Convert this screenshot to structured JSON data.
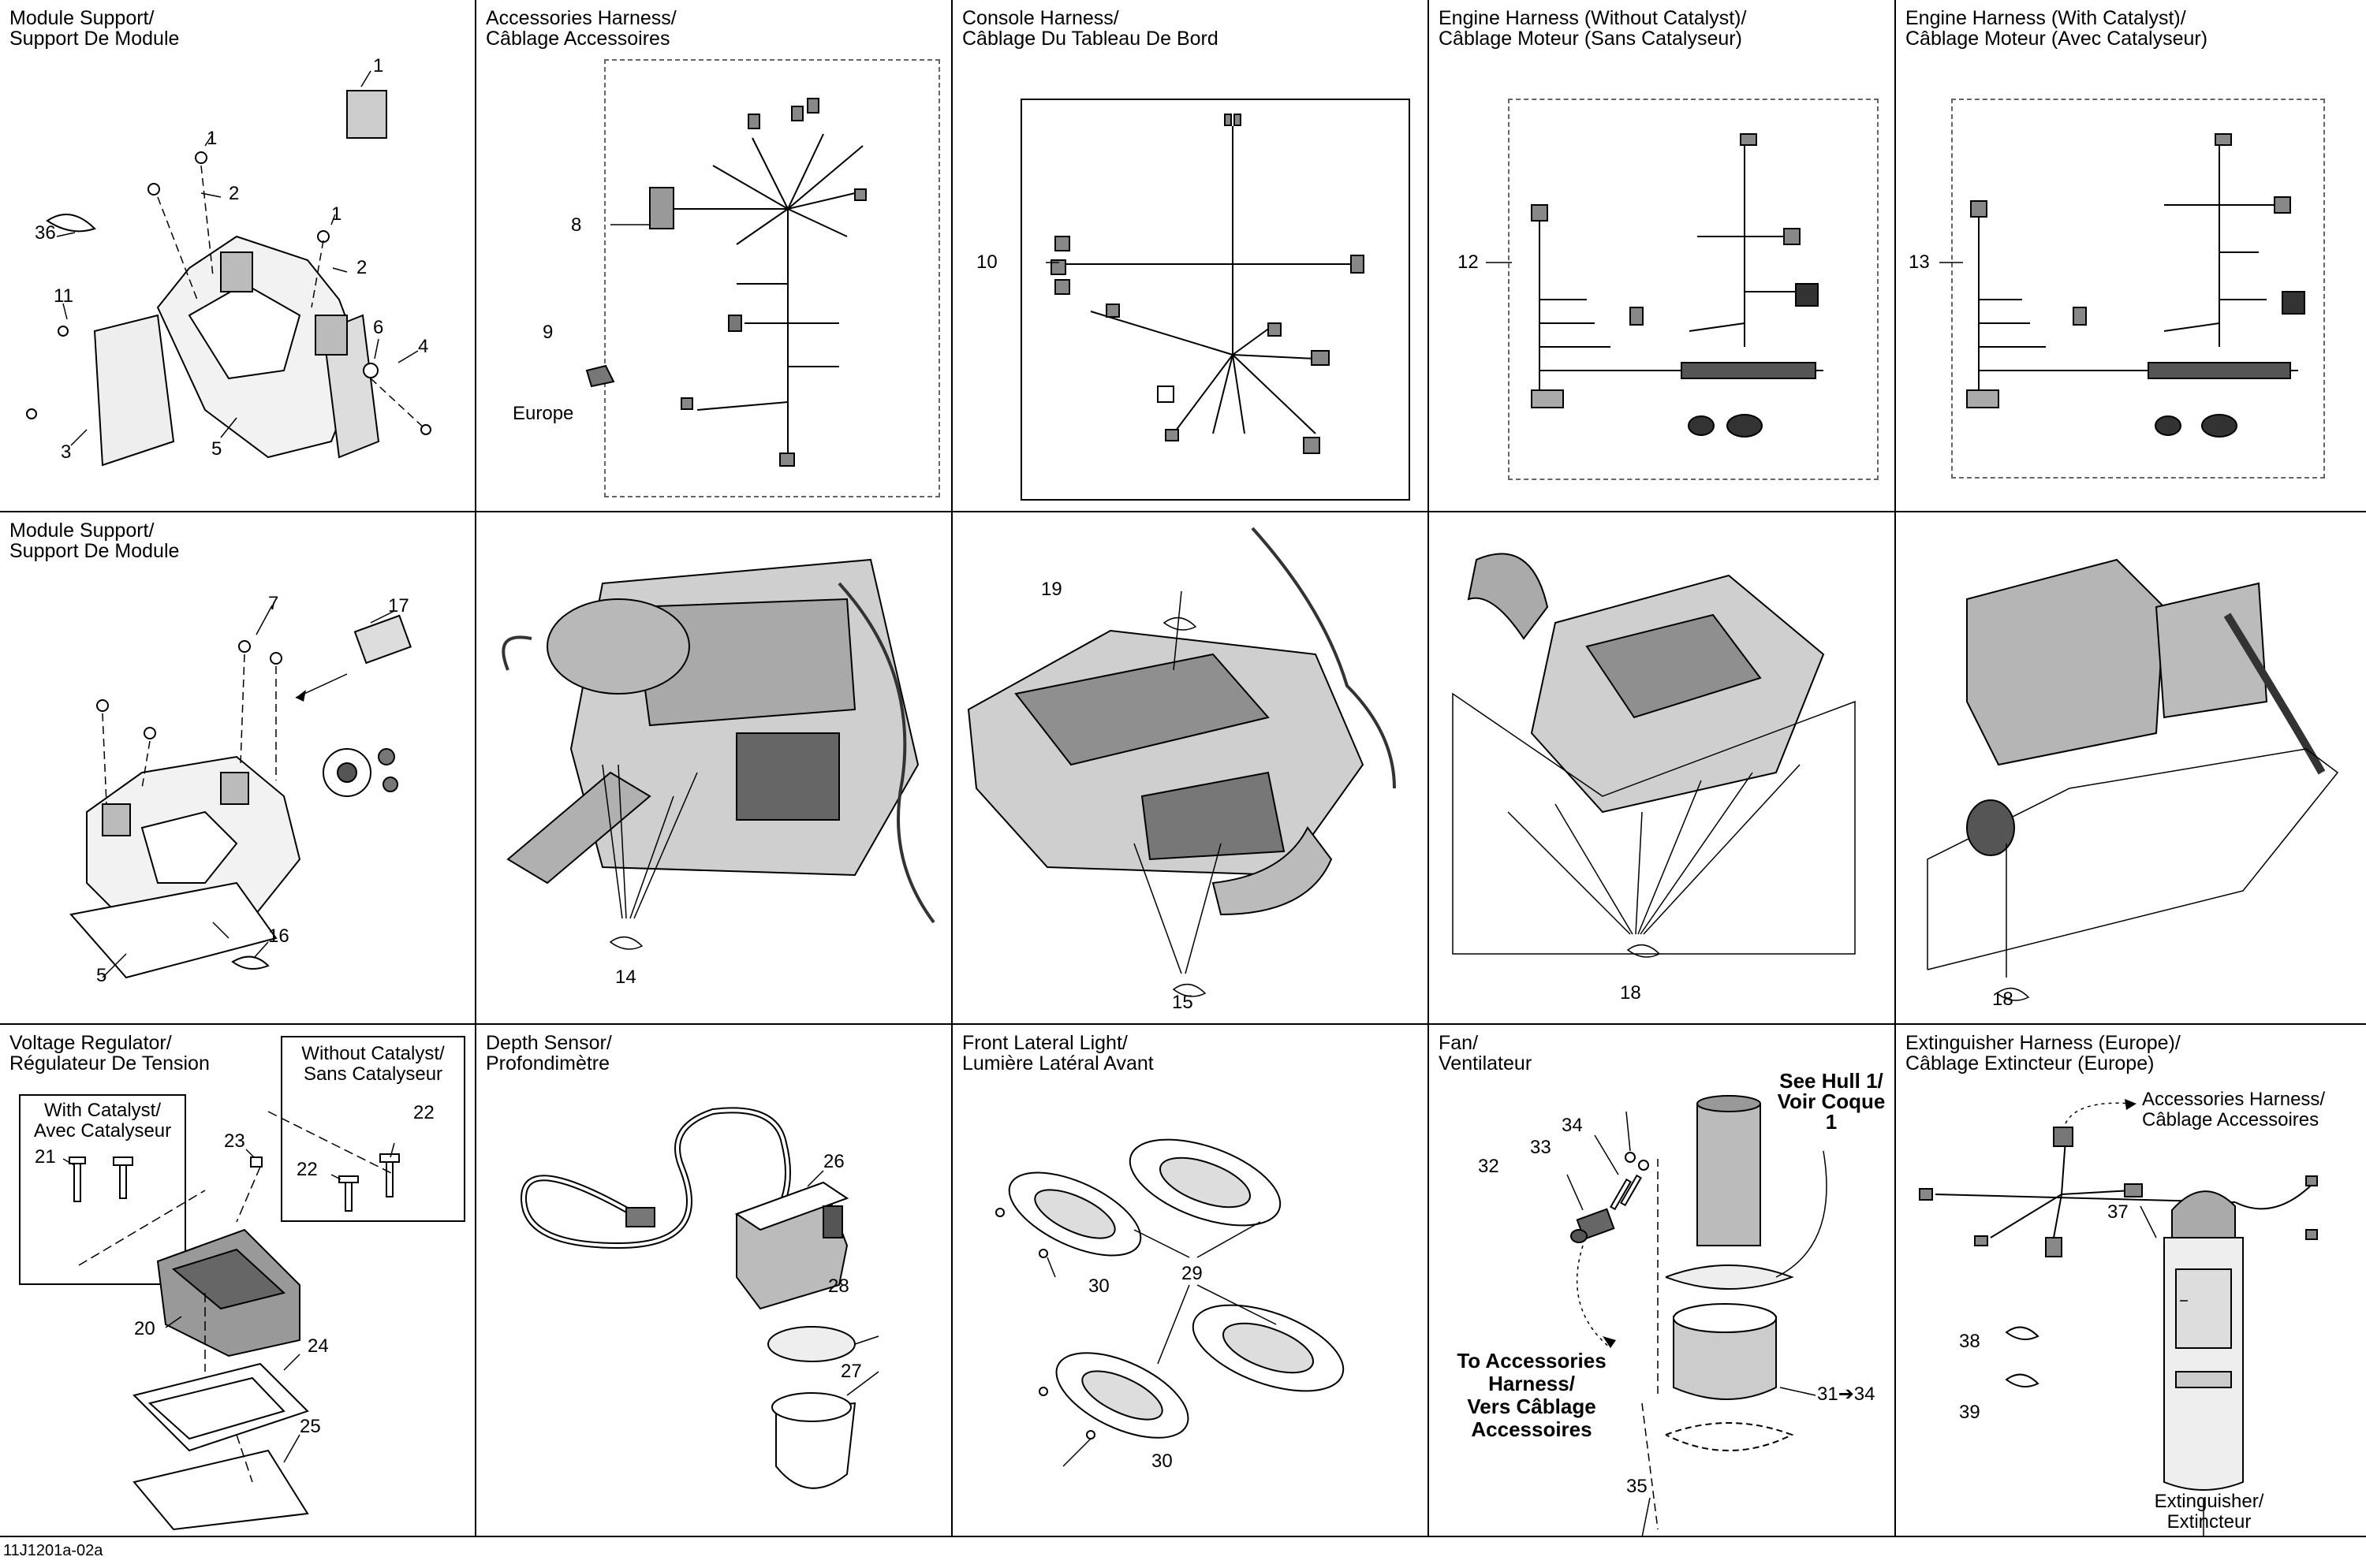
{
  "figure_id": "11J1201a-02a",
  "panels": {
    "module_support_1": {
      "title": "Module Support/\nSupport De Module",
      "labels": [
        "1",
        "1",
        "2",
        "1",
        "2",
        "36",
        "11",
        "6",
        "4",
        "3",
        "5"
      ]
    },
    "accessories_harness": {
      "title": "Accessories Harness/\nCâblage Accessoires",
      "labels": [
        "8",
        "9"
      ],
      "europe": "Europe"
    },
    "console_harness": {
      "title": "Console Harness/\nCâblage Du Tableau De Bord",
      "labels": [
        "10"
      ]
    },
    "engine_no_cat": {
      "title": "Engine Harness (Without Catalyst)/\nCâblage Moteur (Sans Catalyseur)",
      "labels": [
        "12"
      ]
    },
    "engine_cat": {
      "title": "Engine Harness (With Catalyst)/\nCâblage Moteur (Avec Catalyseur)",
      "labels": [
        "13"
      ]
    },
    "module_support_2": {
      "title": "Module Support/\nSupport De Module",
      "labels": [
        "7",
        "17",
        "5",
        "16"
      ]
    },
    "engine_view_1": {
      "labels": [
        "14"
      ]
    },
    "engine_view_2": {
      "labels": [
        "19",
        "15"
      ]
    },
    "engine_view_3": {
      "labels": [
        "18"
      ]
    },
    "engine_view_4": {
      "labels": [
        "18"
      ]
    },
    "voltage_regulator": {
      "title": "Voltage Regulator/\nRégulateur De Tension",
      "without_catalyst": "Without Catalyst/\nSans Catalyseur",
      "with_catalyst": "With Catalyst/\nAvec Catalyseur",
      "labels": [
        "21",
        "23",
        "22",
        "22",
        "20",
        "24",
        "25"
      ]
    },
    "depth_sensor": {
      "title": "Depth Sensor/\nProfondimètre",
      "labels": [
        "26",
        "28",
        "27"
      ]
    },
    "front_light": {
      "title": "Front Lateral Light/\nLumière Latéral Avant",
      "labels": [
        "30",
        "29",
        "30"
      ]
    },
    "fan": {
      "title": "Fan/\nVentilateur",
      "labels": [
        "34",
        "33",
        "32",
        "35"
      ],
      "range_label": "31➔34",
      "see_hull": "See Hull 1/\nVoir Coque 1",
      "to_accessories": "To Accessories\nHarness/\nVers Câblage\nAccessoires"
    },
    "extinguisher": {
      "title": "Extinguisher Harness (Europe)/\nCâblage Extincteur (Europe)",
      "acc_harness": "Accessories Harness/\nCâblage Accessoires",
      "labels": [
        "37",
        "38",
        "39"
      ],
      "extinguisher": "Extinguisher/\nExtincteur"
    }
  }
}
